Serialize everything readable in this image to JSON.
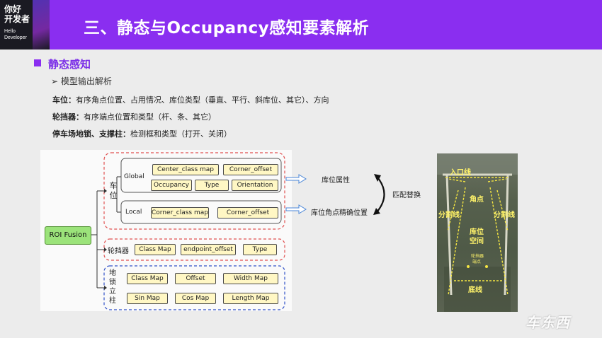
{
  "logo": {
    "line1": "你好",
    "line2": "开发者",
    "line3": "Hello",
    "line4": "Developer"
  },
  "title": "三、静态与Occupancy感知要素解析",
  "section": {
    "title": "静态感知",
    "subtitle": "➢ 模型输出解析",
    "lines": [
      {
        "label": "车位：",
        "text": "有序角点位置、占用情况、库位类型（垂直、平行、斜库位、其它）、方向"
      },
      {
        "label": "轮挡器：",
        "text": "有序端点位置和类型（杆、条、其它）"
      },
      {
        "label": "停车场地锁、支撑柱：",
        "text": "检测框和类型（打开、关闭）"
      }
    ]
  },
  "diagram": {
    "roi": "ROI Fusion",
    "parking_label": "车位",
    "global_label": "Global",
    "local_label": "Local",
    "global_row1": [
      "Center_class map",
      "Corner_offset"
    ],
    "global_row2": [
      "Occupancy",
      "Type",
      "Orientation"
    ],
    "local_row": [
      "Corner_class map",
      "Corner_offset"
    ],
    "stopper_label": "轮挡器",
    "stopper_row": [
      "Class Map",
      "endpoint_offset",
      "Type"
    ],
    "lock_label": "地锁立柱",
    "lock_row1": [
      "Class Map",
      "Offset",
      "Width Map"
    ],
    "lock_row2": [
      "Sin Map",
      "Cos Map",
      "Length Map"
    ]
  },
  "annotations": {
    "attr": "库位属性",
    "corner": "库位角点精确位置",
    "swap": "匹配替换"
  },
  "photo": {
    "entrance": "入口线",
    "corner": "角点",
    "divider_left": "分割线",
    "divider_right": "分割线",
    "space1": "库位",
    "space2": "空间",
    "stopper1": "轮挡器",
    "stopper2": "端点",
    "baseline": "底线"
  },
  "watermark": "车东西"
}
